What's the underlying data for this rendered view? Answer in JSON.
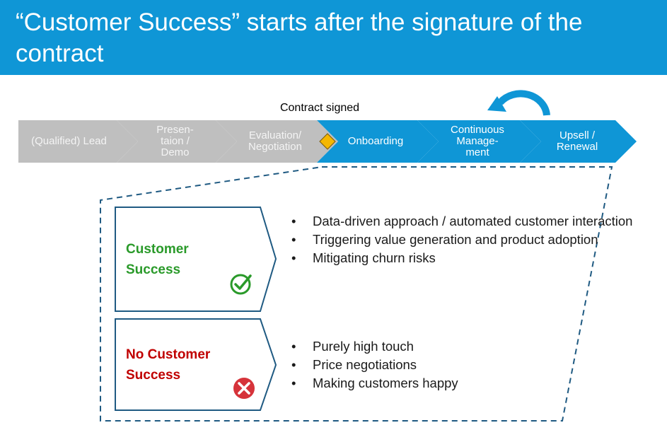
{
  "header": {
    "title": "“Customer Success” starts after the signature of the contract",
    "background": "#0f96d6"
  },
  "process": {
    "milestone_label": "Contract signed",
    "milestone_marker_color": "#f5b700",
    "stages": [
      {
        "label": "(Qualified) Lead",
        "status": "before"
      },
      {
        "label": "Presen-\ntaion /\nDemo",
        "status": "before"
      },
      {
        "label": "Evaluation/\nNegotiation",
        "status": "before"
      },
      {
        "label": "Onboarding",
        "status": "after"
      },
      {
        "label": "Continuous\nManage-\nment",
        "status": "after"
      },
      {
        "label": "Upsell /\nRenewal",
        "status": "after"
      }
    ],
    "colors": {
      "before": "#bfbfbf",
      "after": "#0f96d6"
    },
    "loop_icon": "curved-return-arrow-icon"
  },
  "panels": {
    "customer_success": {
      "title": "Customer\nSuccess",
      "title_color": "#2a9a2a",
      "icon": "check-circle-icon",
      "bullets": [
        "Data-driven approach / automated customer interaction",
        "Triggering value generation and product adoption",
        "Mitigating churn risks"
      ]
    },
    "no_customer_success": {
      "title": "No Customer\nSuccess",
      "title_color": "#c00000",
      "icon": "x-circle-icon",
      "bullets": [
        "Purely high touch",
        "Price negotiations",
        "Making customers happy"
      ]
    }
  },
  "border_color": "#1f5a82"
}
